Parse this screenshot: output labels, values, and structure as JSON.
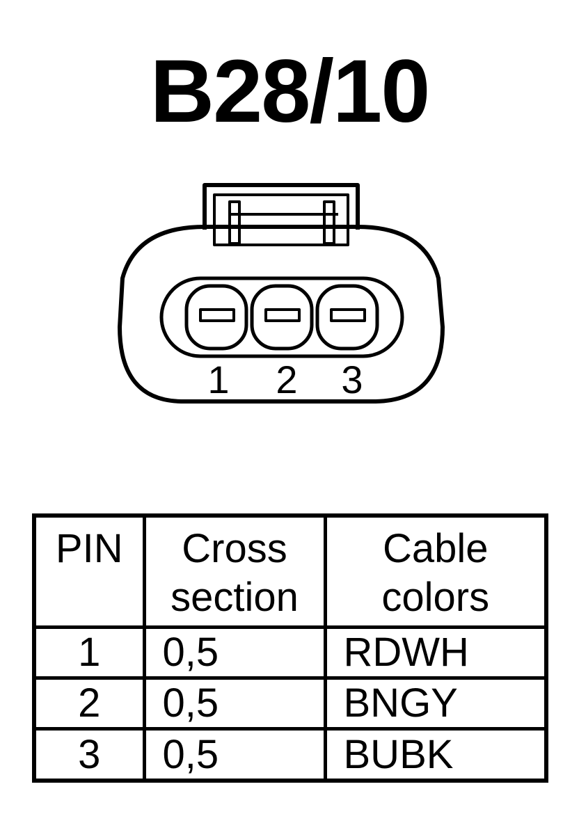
{
  "title": "B28/10",
  "connector": {
    "pin_labels": [
      "1",
      "2",
      "3"
    ]
  },
  "table": {
    "headers": {
      "pin": "PIN",
      "cross_section": [
        "Cross",
        "section"
      ],
      "cable_colors": [
        "Cable",
        "colors"
      ]
    },
    "rows": [
      {
        "pin": "1",
        "cross_section": "0,5",
        "cable_color": "RDWH"
      },
      {
        "pin": "2",
        "cross_section": "0,5",
        "cable_color": "BNGY"
      },
      {
        "pin": "3",
        "cross_section": "0,5",
        "cable_color": "BUBK"
      }
    ]
  }
}
